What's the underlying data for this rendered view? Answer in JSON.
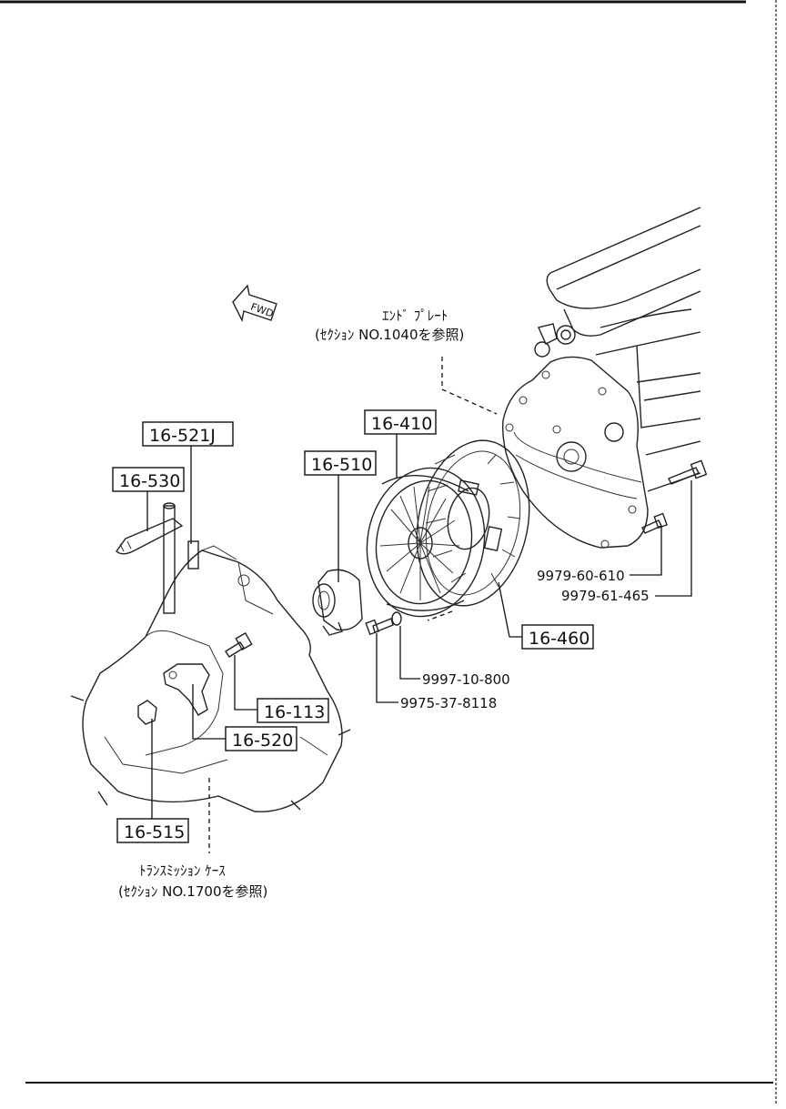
{
  "fwd_label": "FWD",
  "references": {
    "end_plate": {
      "line1": "ｴﾝﾄﾞ ﾌﾟﾚｰﾄ",
      "line2": "(ｾｸｼｮﾝ NO.1040を参照)"
    },
    "transmission_case": {
      "line1": "ﾄﾗﾝｽﾐｯｼｮﾝ ｹｰｽ",
      "line2": "(ｾｸｼｮﾝ NO.1700を参照)"
    }
  },
  "callouts": {
    "c16_521J": "16-521J",
    "c16_530": "16-530",
    "c16_410": "16-410",
    "c16_510": "16-510",
    "c16_460": "16-460",
    "c16_113": "16-113",
    "c16_520": "16-520",
    "c16_515": "16-515"
  },
  "part_numbers": {
    "p9979_60_610": "9979-60-610",
    "p9979_61_465": "9979-61-465",
    "p9997_10_800": "9997-10-800",
    "p9975_37_8118": "9975-37-8118"
  }
}
